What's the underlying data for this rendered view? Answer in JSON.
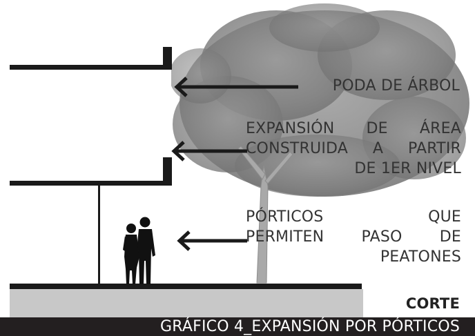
{
  "labels": {
    "poda": "PODA DE ÁRBOL",
    "expansion_line1": "EXPANSIÓN DE ÁREA",
    "expansion_line2": "CONSTRUIDA A PARTIR",
    "expansion_line3": "DE 1ER NIVEL",
    "porticos_l1_a": "PÓRTICOS",
    "porticos_l1_b": "QUE",
    "porticos_l2_a": "PERMITEN",
    "porticos_l2_b": "PASO",
    "porticos_l2_c": "DE",
    "porticos_l3": "PEATONES",
    "corte": "CORTE"
  },
  "caption": "GRÁFICO 4_EXPANSIÓN POR PÓRTICOS",
  "colors": {
    "ink": "#1a1a1a",
    "tree": "#8a8a8a",
    "ground": "#c8c8c8",
    "caption_bg": "#231f20"
  }
}
